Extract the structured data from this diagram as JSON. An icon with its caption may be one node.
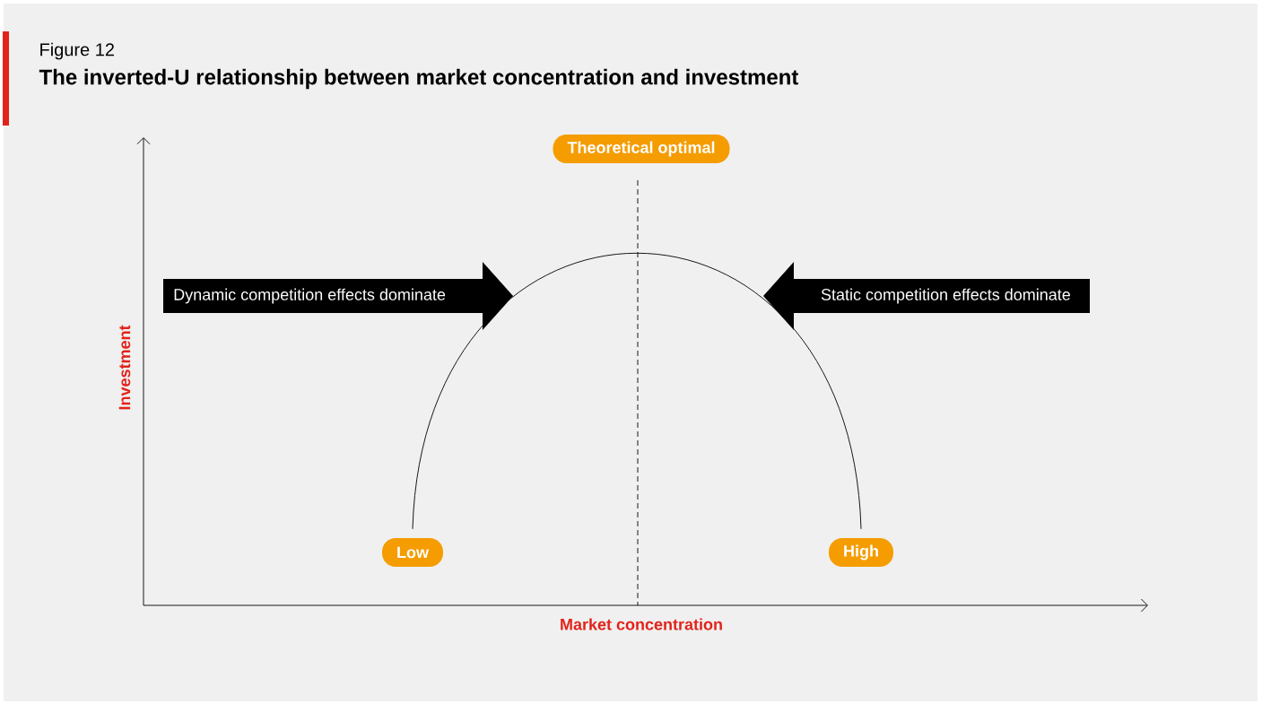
{
  "diagram": {
    "title": "The inverted-U relationship between market concentration and investment",
    "nodes": [
      {
        "text": [
          "Theoretical optimal"
        ]
      },
      {
        "text": [
          "Dynamic competition effects dominate"
        ]
      },
      {
        "text": [
          "Static competition effects dominate"
        ]
      },
      {
        "text": [
          "Low"
        ]
      },
      {
        "text": [
          "High"
        ]
      }
    ],
    "edges": [
      {
        "from": 3,
        "to": 4,
        "arrow": "none"
      }
    ],
    "labels": [
      "Figure 12",
      "Investment",
      "Market concentration"
    ]
  }
}
